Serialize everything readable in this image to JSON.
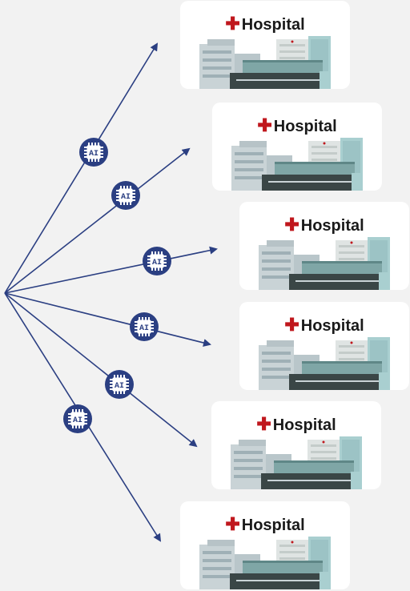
{
  "colors": {
    "background": "#f2f2f2",
    "arrow": "#2b3f82",
    "chip_fill": "#2b3f82",
    "cross": "#c0171d",
    "card": "#ffffff"
  },
  "chip": {
    "label": "AI",
    "icon": "ai-chip-icon"
  },
  "hospitals": [
    {
      "cross": "✚",
      "name": "Hospital"
    },
    {
      "cross": "✚",
      "name": "Hospital"
    },
    {
      "cross": "✚",
      "name": "Hospital"
    },
    {
      "cross": "✚",
      "name": "Hospital"
    },
    {
      "cross": "✚",
      "name": "Hospital"
    },
    {
      "cross": "✚",
      "name": "Hospital"
    }
  ]
}
